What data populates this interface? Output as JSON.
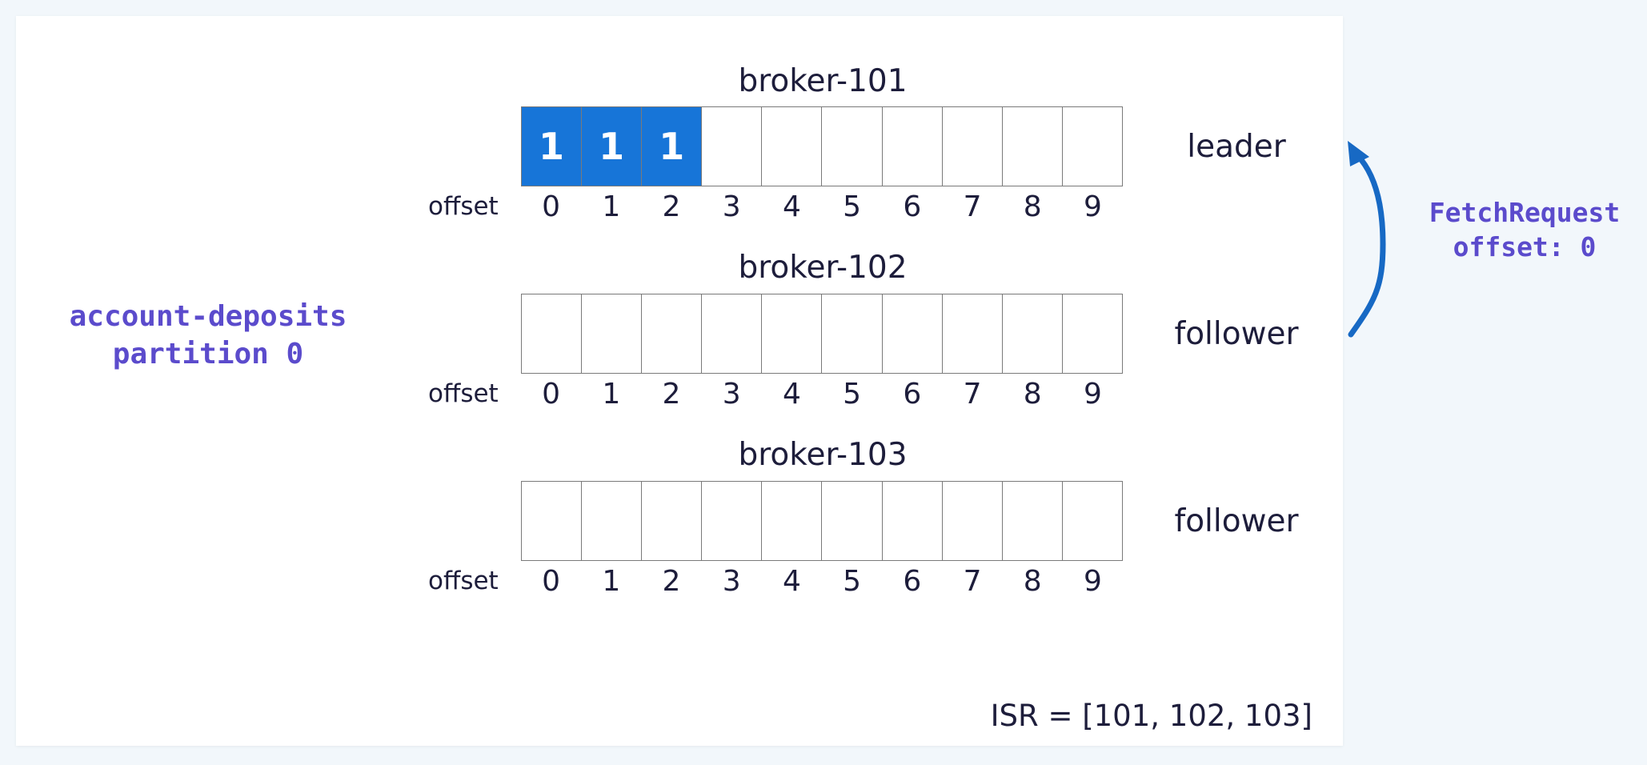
{
  "partition": {
    "line1": "account-deposits",
    "line2": "partition 0"
  },
  "brokers": [
    {
      "name": "broker-101",
      "role": "leader",
      "offset_label": "offset",
      "cells": [
        "1",
        "1",
        "1",
        "",
        "",
        "",
        "",
        "",
        "",
        ""
      ],
      "offsets": [
        "0",
        "1",
        "2",
        "3",
        "4",
        "5",
        "6",
        "7",
        "8",
        "9"
      ]
    },
    {
      "name": "broker-102",
      "role": "follower",
      "offset_label": "offset",
      "cells": [
        "",
        "",
        "",
        "",
        "",
        "",
        "",
        "",
        "",
        ""
      ],
      "offsets": [
        "0",
        "1",
        "2",
        "3",
        "4",
        "5",
        "6",
        "7",
        "8",
        "9"
      ]
    },
    {
      "name": "broker-103",
      "role": "follower",
      "offset_label": "offset",
      "cells": [
        "",
        "",
        "",
        "",
        "",
        "",
        "",
        "",
        "",
        ""
      ],
      "offsets": [
        "0",
        "1",
        "2",
        "3",
        "4",
        "5",
        "6",
        "7",
        "8",
        "9"
      ]
    }
  ],
  "fetch_request": {
    "line1": "FetchRequest",
    "line2": "offset: 0"
  },
  "isr": "ISR = [101, 102, 103]",
  "colors": {
    "filled_cell": "#1775d8",
    "arrow": "#1769c4",
    "accent_text": "#5b4bcc",
    "text": "#1d1d3b",
    "background": "#f2f7fb"
  },
  "icons": {
    "fetch_arrow": "curved-arrow-up-icon"
  }
}
